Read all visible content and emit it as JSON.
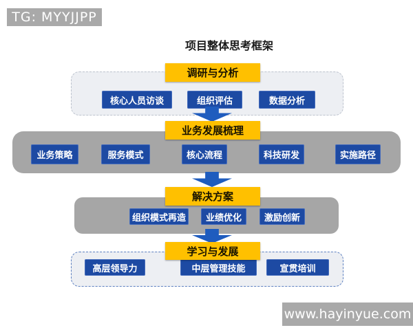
{
  "tg_badge": {
    "label": "TG: MYYJJPP"
  },
  "title": "项目整体思考框架",
  "sections": [
    {
      "header": "调研与分析",
      "items": [
        "核心人员访谈",
        "组织评估",
        "数据分析"
      ]
    },
    {
      "header": "业务发展梳理",
      "items": [
        "业务策略",
        "服务模式",
        "核心流程",
        "科技研发",
        "实施路径"
      ]
    },
    {
      "header": "解决方案",
      "items": [
        "组织模式再造",
        "业绩优化",
        "激励创新"
      ]
    },
    {
      "header": "学习与发展",
      "items": [
        "高层领导力",
        "中层管理技能",
        "宣贯培训"
      ]
    }
  ],
  "watermark": {
    "label": "www.hayinyue.com"
  },
  "colors": {
    "header_bg": "#FFC000",
    "item_bg": "#1D4AA3",
    "arrow": "#1F5CBE",
    "dark_container": "#A6A6A6",
    "light_container": "#EDEFF3",
    "badge_bg": "#A9A9A9"
  }
}
